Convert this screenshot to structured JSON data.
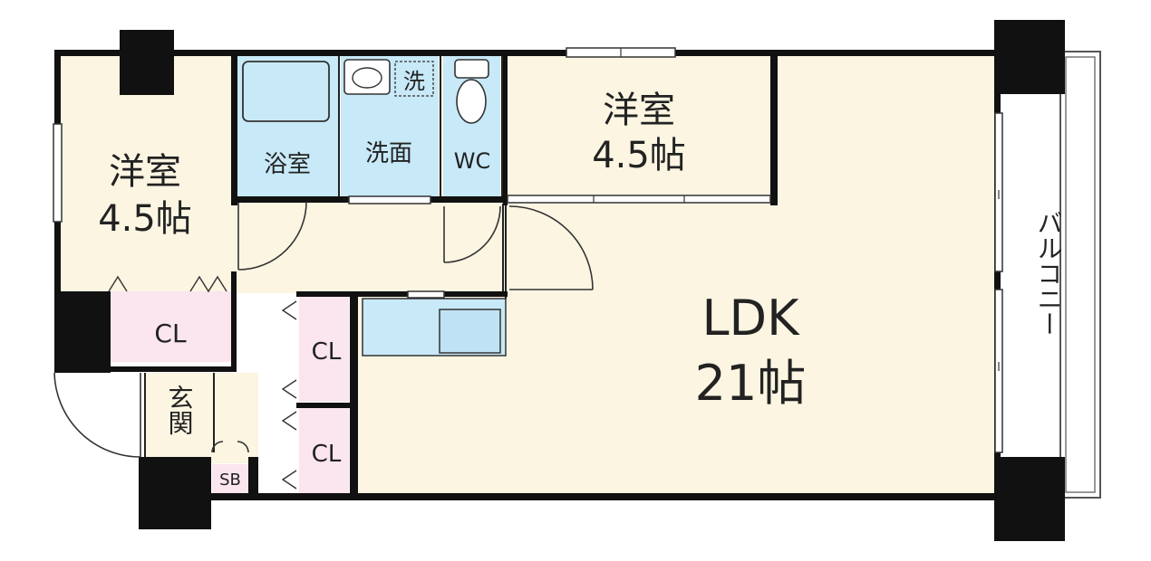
{
  "colors": {
    "room": "#fbf5e2",
    "water": "#c8e9f7",
    "closet": "#fbe5ee",
    "wall": "#111111",
    "outline": "#222222"
  },
  "rooms": {
    "western_left": {
      "name": "洋室",
      "size": "4.5帖"
    },
    "western_top": {
      "name": "洋室",
      "size": "4.5帖"
    },
    "ldk": {
      "name": "LDK",
      "size": "21帖"
    },
    "bath": {
      "name": "浴室"
    },
    "washroom": {
      "name": "洗面"
    },
    "laundry": {
      "name": "洗"
    },
    "toilet": {
      "name": "WC"
    },
    "entrance": {
      "name": "玄関"
    },
    "balcony": {
      "name": "バルコニー"
    },
    "closet_left": {
      "name": "CL"
    },
    "closet_mid_upper": {
      "name": "CL"
    },
    "closet_mid_lower": {
      "name": "CL"
    },
    "shoe_box": {
      "name": "SB"
    }
  }
}
